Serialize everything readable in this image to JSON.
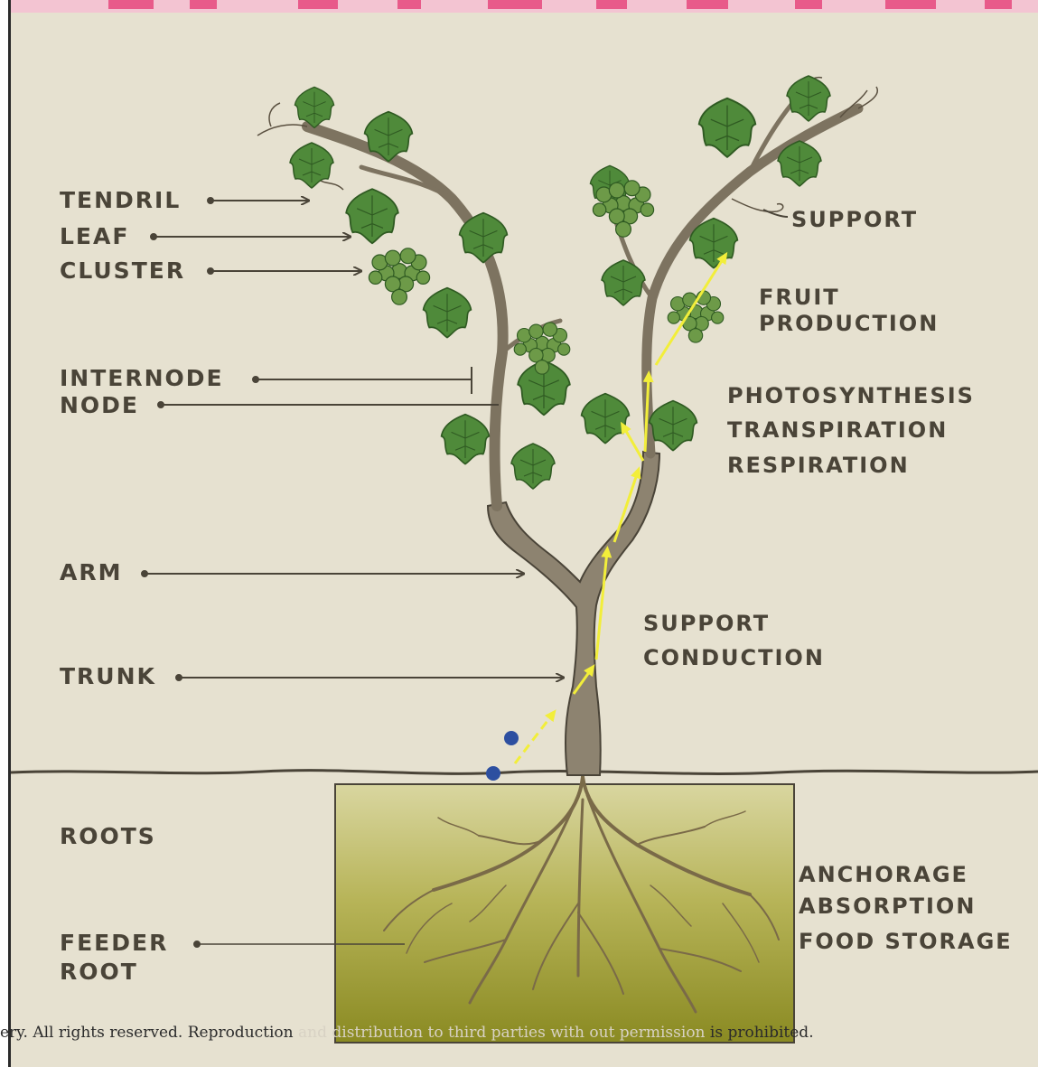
{
  "labels_left": {
    "tendril": "TENDRIL",
    "leaf": "LEAF",
    "cluster": "CLUSTER",
    "internode": "INTERNODE",
    "node": "NODE",
    "arm": "ARM",
    "trunk": "TRUNK",
    "roots": "ROOTS",
    "feeder_root": "FEEDER",
    "feeder_root_2": "ROOT"
  },
  "labels_right": {
    "support_top": "SUPPORT",
    "fruit_1": "FRUIT",
    "fruit_2": "PRODUCTION",
    "photosynthesis": "PHOTOSYNTHESIS",
    "transpiration": "TRANSPIRATION",
    "respiration": "RESPIRATION",
    "support": "SUPPORT",
    "conduction": "CONDUCTION",
    "anchorage": "ANCHORAGE",
    "absorption": "ABSORPTION",
    "food_storage": "FOOD STORAGE"
  },
  "footer": {
    "copyright_start": "ery. All rights reserved. Reproduction ",
    "copyright_faded": "and distribution to third parties with out permission ",
    "copyright_end": "is prohibited."
  },
  "colors": {
    "background": "#e6e1d0",
    "leaf": "#4f8a3a",
    "bark": "#8d8370",
    "root_box": "#a7a33e",
    "flow_arrow": "#f2ee3a",
    "molecule": "#2d4fa0",
    "top_band": "#e85a8a"
  }
}
